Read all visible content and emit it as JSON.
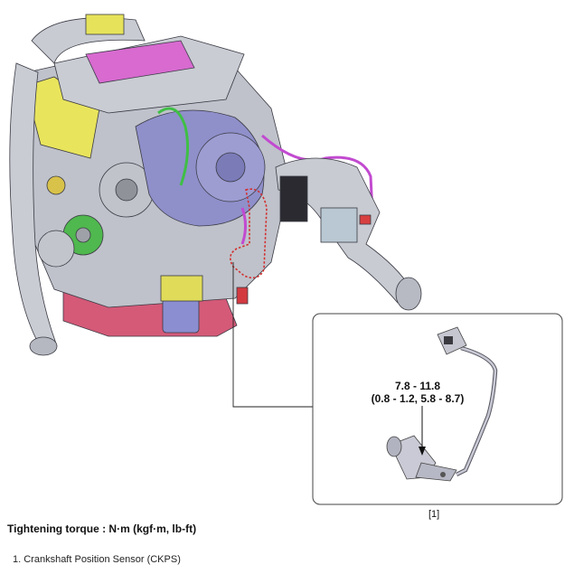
{
  "detail": {
    "torque_line1": "7.8 - 11.8",
    "torque_line2": "(0.8 - 1.2, 5.8 - 8.7)",
    "callout_label": "[1]"
  },
  "footer": {
    "heading": "Tightening torque : N·m (kgf·m, lb-ft)",
    "legend_item": "1. Crankshaft Position Sensor (CKPS)"
  },
  "colors": {
    "engine_gray": "#b9bcc4",
    "intake_purple": "#8f8fc8",
    "hose_magenta": "#c44ad0",
    "hose_green": "#46c04a",
    "bracket_yellow": "#e8e65a",
    "block_red": "#d44a6a",
    "sensor_highlight": "#d23030"
  }
}
